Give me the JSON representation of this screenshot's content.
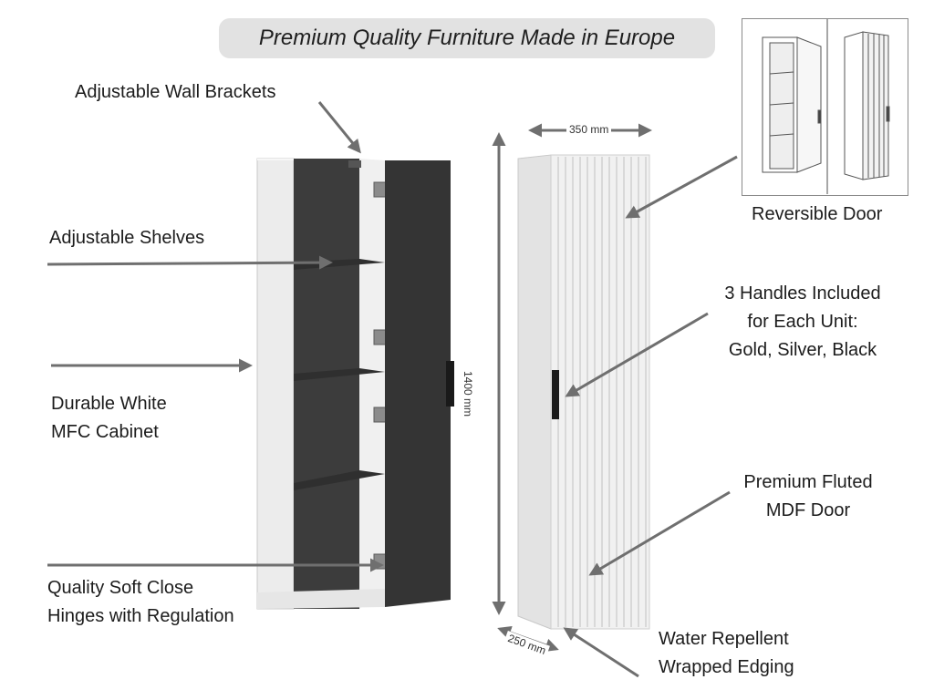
{
  "banner": {
    "text": "Premium Quality Furniture Made in Europe"
  },
  "labels": {
    "wall_brackets": "Adjustable Wall Brackets",
    "shelves": "Adjustable Shelves",
    "cabinet": [
      "Durable White",
      "MFC Cabinet"
    ],
    "hinges": [
      "Quality Soft Close",
      "Hinges with Regulation"
    ],
    "reversible": "Reversible Door",
    "handles": [
      "3 Handles Included",
      "for Each Unit:",
      "Gold, Silver, Black"
    ],
    "fluted": [
      "Premium Fluted",
      "MDF Door"
    ],
    "edging": [
      "Water Repellent",
      "Wrapped Edging"
    ]
  },
  "dimensions": {
    "width": "350 mm",
    "height": "1400 mm",
    "depth": "250 mm"
  },
  "colors": {
    "cabinet_white": "#e9e9e9",
    "interior_dark": "#3a3a3a",
    "door_dark": "#333333",
    "arrow": "#6f6f6f",
    "banner_bg": "#e2e2e2"
  }
}
